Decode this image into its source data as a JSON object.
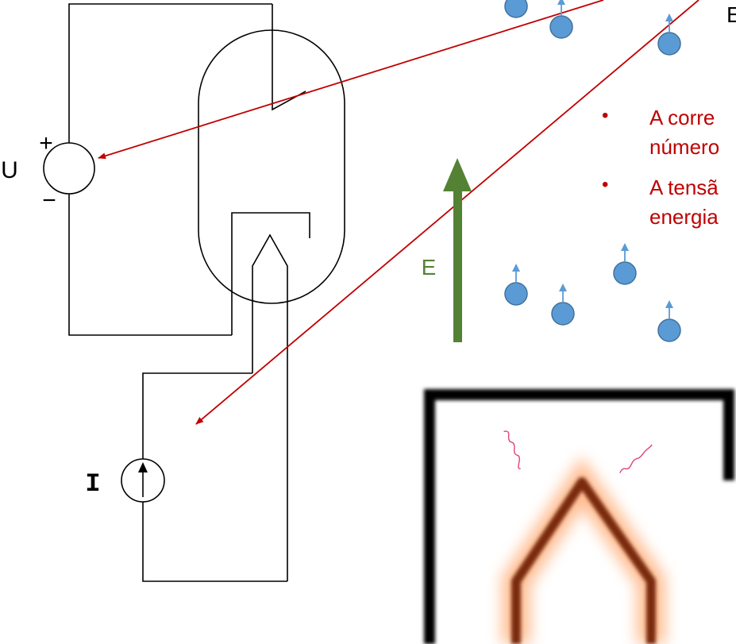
{
  "circuit": {
    "voltage_label": "U",
    "plus_sign": "+",
    "minus_sign": "−",
    "current_label": "I"
  },
  "field": {
    "label": "E"
  },
  "header_fragment": "E",
  "notes": {
    "bullet": "•",
    "line1": "A corre",
    "line2": "número",
    "line3": "A tensã",
    "line4": "energia"
  },
  "colors": {
    "wire": "#000000",
    "annotation_arrow": "#c00000",
    "annotation_text": "#c00000",
    "field_arrow": "#548235",
    "electron_fill": "#5b9bd5",
    "electron_stroke": "#41719c",
    "heat_wave": "#e0427f",
    "filament_glow": "#e8590c"
  },
  "icons": [
    "electron-icon",
    "heat-wave-icon",
    "field-arrow-icon",
    "voltage-source-icon",
    "current-source-icon"
  ]
}
